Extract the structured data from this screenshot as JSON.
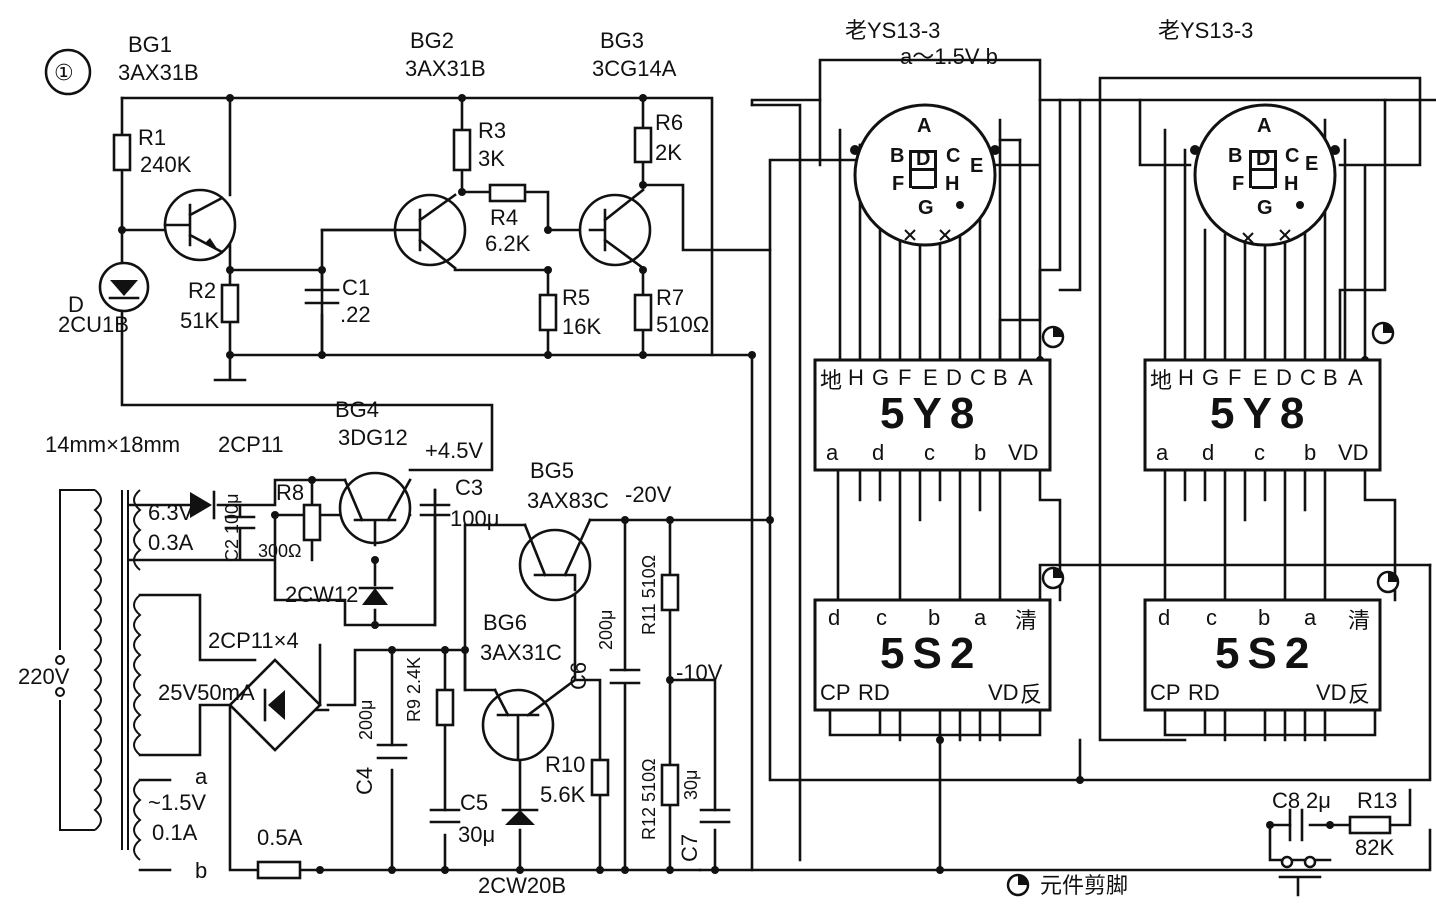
{
  "figure_number": "①",
  "transistors": {
    "bg1": {
      "name": "BG1",
      "model": "3AX31B"
    },
    "bg2": {
      "name": "BG2",
      "model": "3AX31B"
    },
    "bg3": {
      "name": "BG3",
      "model": "3CG14A"
    },
    "bg4": {
      "name": "BG4",
      "model": "3DG12"
    },
    "bg5": {
      "name": "BG5",
      "model": "3AX83C"
    },
    "bg6": {
      "name": "BG6",
      "model": "3AX31C"
    }
  },
  "resistors": {
    "r1": {
      "name": "R1",
      "value": "240K"
    },
    "r2": {
      "name": "R2",
      "value": "51K"
    },
    "r3": {
      "name": "R3",
      "value": "3K"
    },
    "r4": {
      "name": "R4",
      "value": "6.2K"
    },
    "r5": {
      "name": "R5",
      "value": "16K"
    },
    "r6": {
      "name": "R6",
      "value": "2K"
    },
    "r7": {
      "name": "R7",
      "value": "510Ω"
    },
    "r8": {
      "name": "R8",
      "value": "300Ω"
    },
    "r9": {
      "name": "R9",
      "value": "2.4K"
    },
    "r10": {
      "name": "R10",
      "value": "5.6K"
    },
    "r11": {
      "name": "R11",
      "value": "510Ω"
    },
    "r12": {
      "name": "R12",
      "value": "510Ω"
    },
    "r13": {
      "name": "R13",
      "value": "82K"
    }
  },
  "capacitors": {
    "c1": {
      "name": "C1",
      "value": ".22"
    },
    "c2": {
      "name": "C2",
      "value": "100μ"
    },
    "c3": {
      "name": "C3",
      "value": "100μ"
    },
    "c4": {
      "name": "C4",
      "value": "200μ"
    },
    "c5": {
      "name": "C5",
      "value": "30μ"
    },
    "c6": {
      "name": "C6",
      "value": "200μ"
    },
    "c7": {
      "name": "C7",
      "value": "30μ"
    },
    "c8": {
      "name": "C8",
      "value": "2μ"
    }
  },
  "diodes": {
    "d": {
      "name": "D",
      "model": "2CU1B"
    },
    "d_rect": "2CP11",
    "bridge": "2CP11×4",
    "zener1": "2CW12",
    "zener2": "2CW20B"
  },
  "power": {
    "mains": "220V",
    "core": "14mm×18mm",
    "w1": [
      "6.3V",
      "0.3A"
    ],
    "w2": "25V50mA",
    "w3": [
      "~1.5V",
      "0.1A"
    ],
    "fuse": "0.5A",
    "v_plus": "+4.5V",
    "v_minus20": "-20V",
    "v_minus10": "-10V",
    "tap_a": "a",
    "tap_b": "b"
  },
  "tubes": {
    "title": "老YS13-3",
    "supply": "a～1.5V b",
    "segments": [
      "A",
      "B",
      "C",
      "D",
      "E",
      "F",
      "G",
      "H"
    ]
  },
  "decoder": {
    "name": "5Y8",
    "top_pins": [
      "地",
      "H",
      "G",
      "F",
      "E",
      "D",
      "C",
      "B",
      "A"
    ],
    "bottom_pins": [
      "a",
      "d",
      "c",
      "b",
      "VD"
    ]
  },
  "counter": {
    "name": "5S2",
    "top_pins": [
      "d",
      "c",
      "b",
      "a",
      "清"
    ],
    "bottom_pins": [
      "CP",
      "RD",
      "VD",
      "反"
    ]
  },
  "legend": "元件剪脚"
}
